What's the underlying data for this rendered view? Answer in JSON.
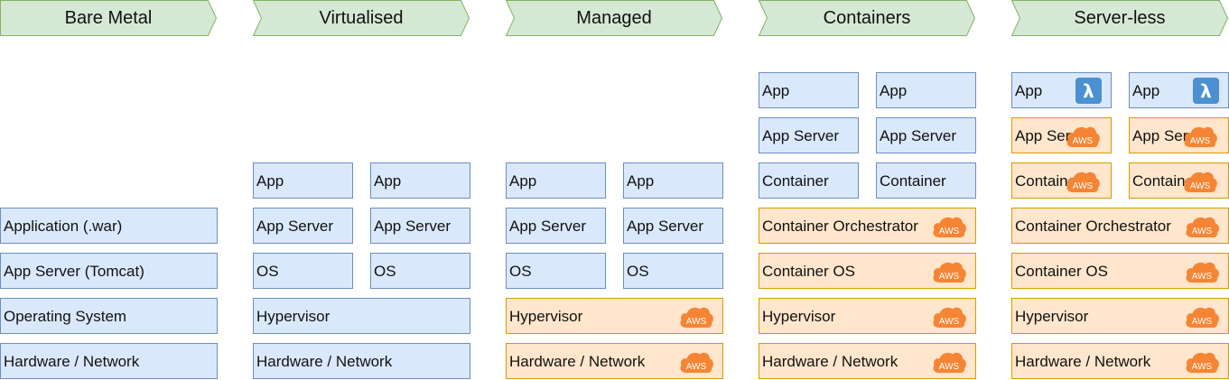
{
  "colors": {
    "header_fill": "#d5e8d4",
    "header_stroke": "#82b366",
    "self_managed_fill": "#dae8fc",
    "self_managed_stroke": "#6c8ebf",
    "aws_managed_fill": "#ffe6cc",
    "aws_managed_stroke": "#d79b00",
    "aws_icon": "#f58534",
    "lambda_icon": "#4a90d2"
  },
  "columns": [
    {
      "title": "Bare Metal",
      "boxes": [
        {
          "label": "Application (.war)",
          "aws": false,
          "icon": null
        },
        {
          "label": "App Server (Tomcat)",
          "aws": false,
          "icon": null
        },
        {
          "label": "Operating System",
          "aws": false,
          "icon": null
        },
        {
          "label": "Hardware / Network",
          "aws": false,
          "icon": null
        }
      ]
    },
    {
      "title": "Virtualised",
      "boxes": [
        {
          "label": "App",
          "aws": false,
          "icon": null
        },
        {
          "label": "App",
          "aws": false,
          "icon": null
        },
        {
          "label": "App Server",
          "aws": false,
          "icon": null
        },
        {
          "label": "App Server",
          "aws": false,
          "icon": null
        },
        {
          "label": "OS",
          "aws": false,
          "icon": null
        },
        {
          "label": "OS",
          "aws": false,
          "icon": null
        },
        {
          "label": "Hypervisor",
          "aws": false,
          "icon": null
        },
        {
          "label": "Hardware / Network",
          "aws": false,
          "icon": null
        }
      ]
    },
    {
      "title": "Managed",
      "boxes": [
        {
          "label": "App",
          "aws": false,
          "icon": null
        },
        {
          "label": "App",
          "aws": false,
          "icon": null
        },
        {
          "label": "App Server",
          "aws": false,
          "icon": null
        },
        {
          "label": "App Server",
          "aws": false,
          "icon": null
        },
        {
          "label": "OS",
          "aws": false,
          "icon": null
        },
        {
          "label": "OS",
          "aws": false,
          "icon": null
        },
        {
          "label": "Hypervisor",
          "aws": true,
          "icon": "aws-cloud-icon"
        },
        {
          "label": "Hardware / Network",
          "aws": true,
          "icon": "aws-cloud-icon"
        }
      ]
    },
    {
      "title": "Containers",
      "boxes": [
        {
          "label": "App",
          "aws": false,
          "icon": null
        },
        {
          "label": "App",
          "aws": false,
          "icon": null
        },
        {
          "label": "App Server",
          "aws": false,
          "icon": null
        },
        {
          "label": "App Server",
          "aws": false,
          "icon": null
        },
        {
          "label": "Container",
          "aws": false,
          "icon": null
        },
        {
          "label": "Container",
          "aws": false,
          "icon": null
        },
        {
          "label": "Container Orchestrator",
          "aws": true,
          "icon": "aws-cloud-icon"
        },
        {
          "label": "Container OS",
          "aws": true,
          "icon": "aws-cloud-icon"
        },
        {
          "label": "Hypervisor",
          "aws": true,
          "icon": "aws-cloud-icon"
        },
        {
          "label": "Hardware / Network",
          "aws": true,
          "icon": "aws-cloud-icon"
        }
      ]
    },
    {
      "title": "Server-less",
      "boxes": [
        {
          "label": "App",
          "aws": false,
          "icon": "lambda-icon"
        },
        {
          "label": "App",
          "aws": false,
          "icon": "lambda-icon"
        },
        {
          "label": "App Server",
          "aws": true,
          "icon": "aws-cloud-icon"
        },
        {
          "label": "App Server",
          "aws": true,
          "icon": "aws-cloud-icon"
        },
        {
          "label": "Container",
          "aws": true,
          "icon": "aws-cloud-icon"
        },
        {
          "label": "Container",
          "aws": true,
          "icon": "aws-cloud-icon"
        },
        {
          "label": "Container Orchestrator",
          "aws": true,
          "icon": "aws-cloud-icon"
        },
        {
          "label": "Container OS",
          "aws": true,
          "icon": "aws-cloud-icon"
        },
        {
          "label": "Hypervisor",
          "aws": true,
          "icon": "aws-cloud-icon"
        },
        {
          "label": "Hardware / Network",
          "aws": true,
          "icon": "aws-cloud-icon"
        }
      ]
    }
  ],
  "icon_text": {
    "aws": "AWS",
    "lambda": "λ"
  }
}
